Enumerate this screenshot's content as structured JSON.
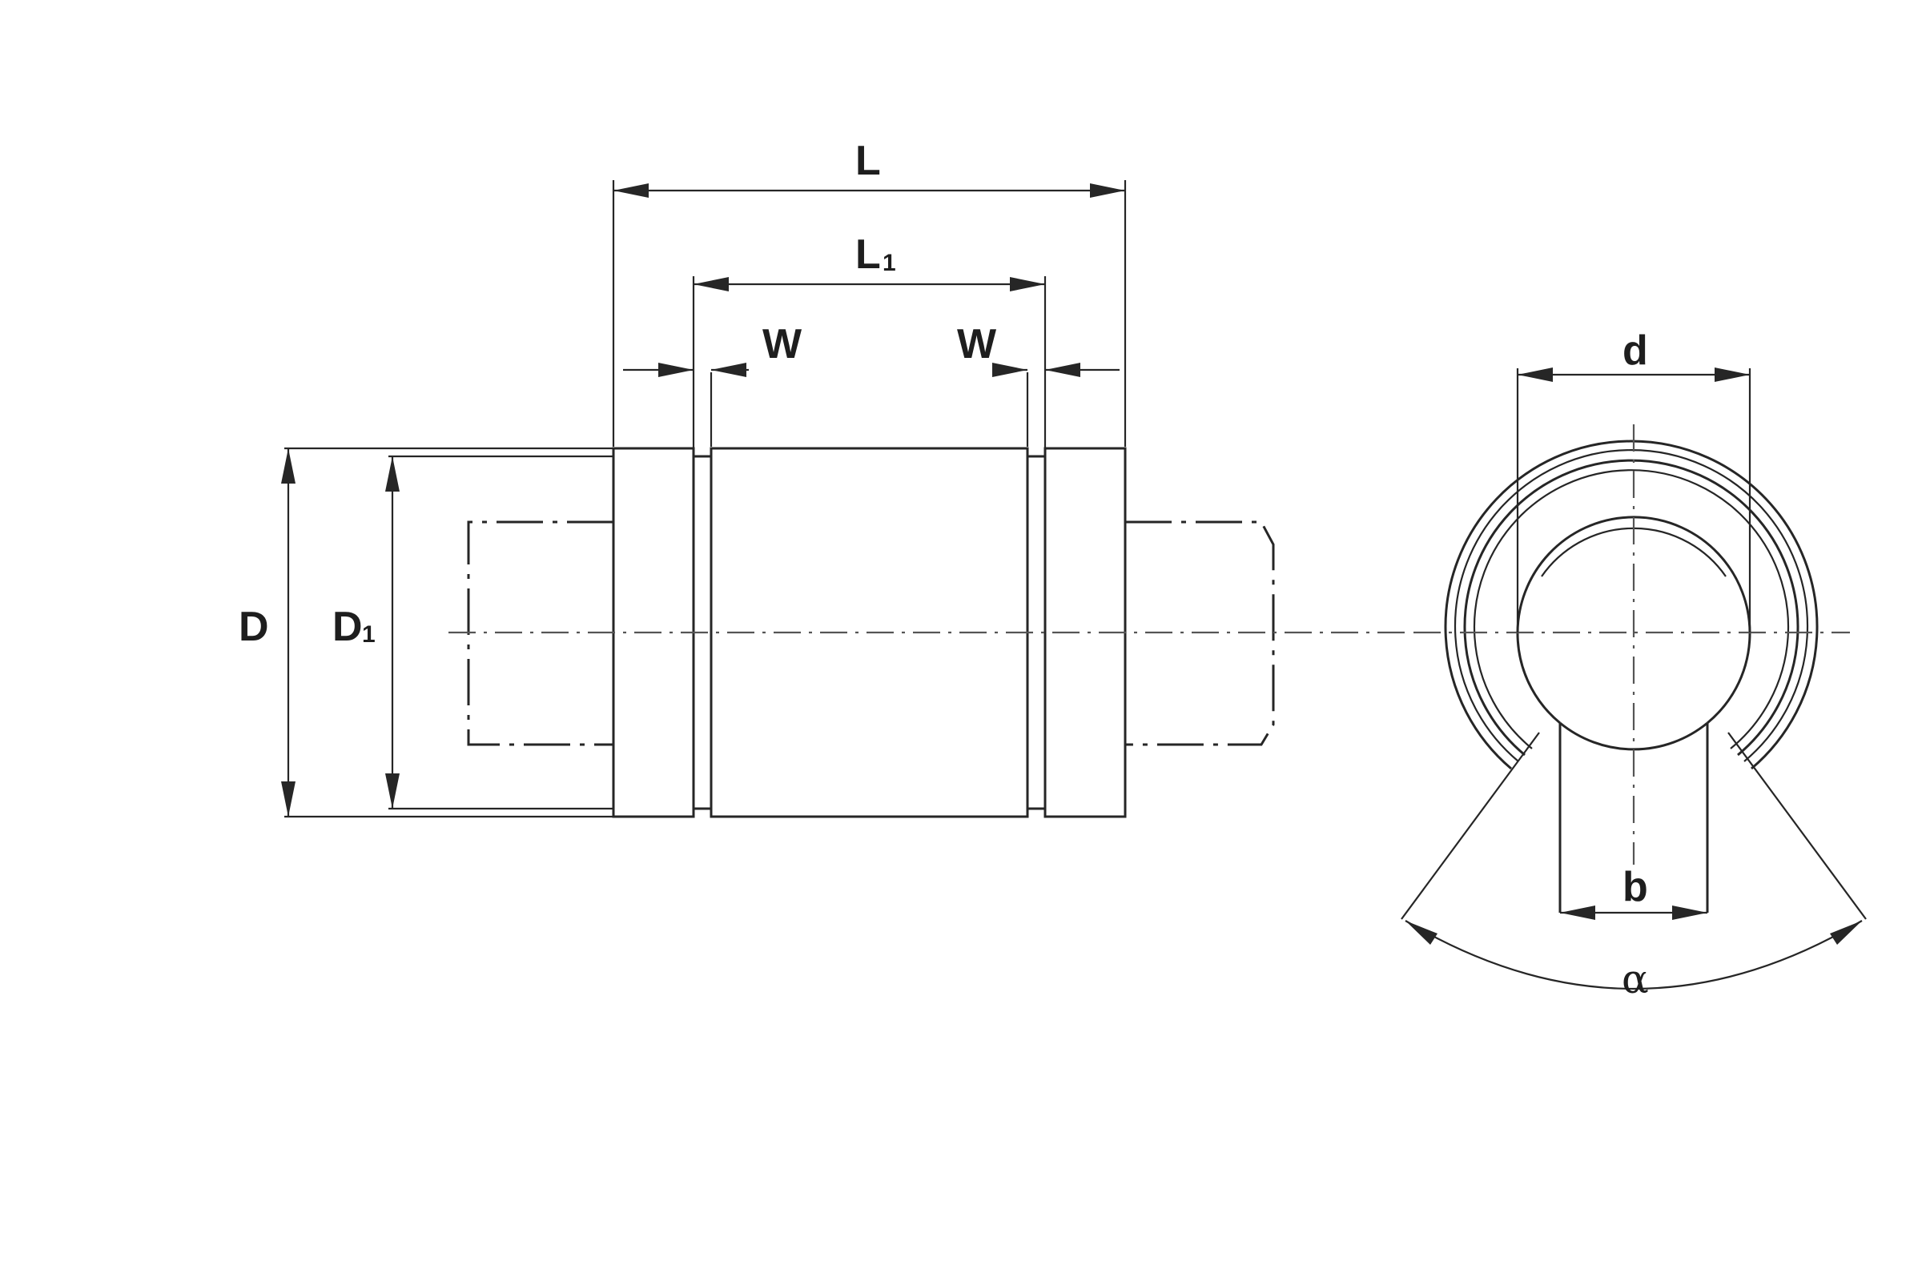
{
  "labels": {
    "L": "L",
    "L1": "L",
    "L1_sub": "1",
    "W_left": "W",
    "W_right": "W",
    "D": "D",
    "D1": "D",
    "D1_sub": "1",
    "d": "d",
    "b": "b",
    "alpha": "α"
  },
  "colors": {
    "line": "#262626",
    "text": "#1e1e1e",
    "background": "#ffffff"
  }
}
